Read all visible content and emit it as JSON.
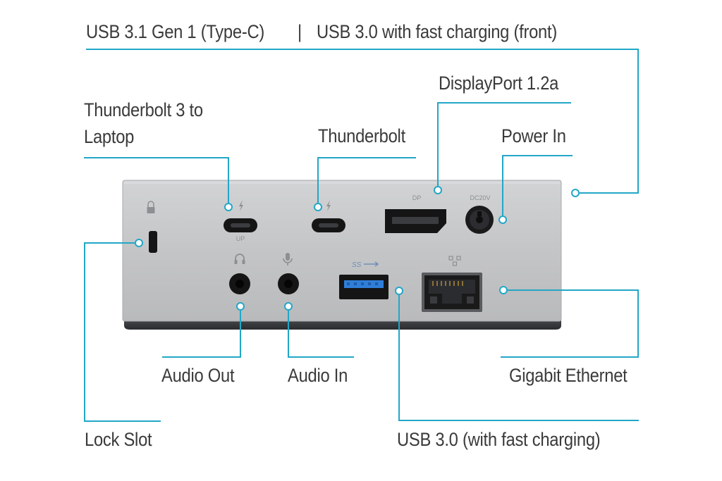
{
  "labels": {
    "usb_front_left": "USB 3.1 Gen 1 (Type-C)",
    "separator": "|",
    "usb_front_right": "USB 3.0 with fast charging (front)",
    "thunderbolt_laptop_line1": "Thunderbolt 3 to",
    "thunderbolt_laptop_line2": "Laptop",
    "thunderbolt": "Thunderbolt",
    "displayport": "DisplayPort 1.2a",
    "power_in": "Power In",
    "audio_out": "Audio Out",
    "audio_in": "Audio In",
    "gigabit_ethernet": "Gigabit Ethernet",
    "lock_slot": "Lock Slot",
    "usb_rear": "USB 3.0 (with fast charging)"
  },
  "device_markings": {
    "up": "UP",
    "dp": "DP",
    "dc": "DC20V",
    "ss": "SS"
  },
  "colors": {
    "leader_line": "#22a7c7",
    "text": "#3a3a3a",
    "housing": "#c5c6c8",
    "port_black": "#151515",
    "usb_blue": "#2f7ed8"
  }
}
